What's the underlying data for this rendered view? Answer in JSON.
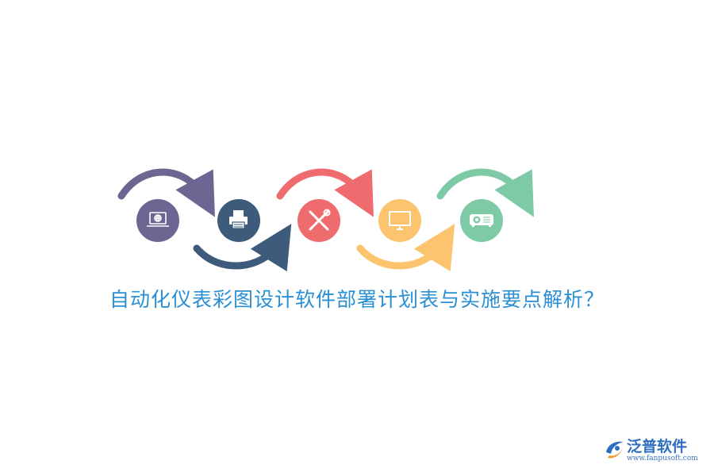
{
  "steps": [
    {
      "icon": "laptop-globe-icon",
      "color": "#6e6592"
    },
    {
      "icon": "printer-icon",
      "color": "#3e5b7c"
    },
    {
      "icon": "tools-icon",
      "color": "#ef6c6e"
    },
    {
      "icon": "monitor-icon",
      "color": "#fcc46e"
    },
    {
      "icon": "projector-icon",
      "color": "#7fcaa6"
    }
  ],
  "headline": "自动化仪表彩图设计软件部署计划表与实施要点解析？",
  "brand": {
    "name": "泛普软件",
    "url": "www.fanpusoft.com",
    "logo_colors": [
      "#2e6fc0",
      "#f29a2e"
    ]
  }
}
